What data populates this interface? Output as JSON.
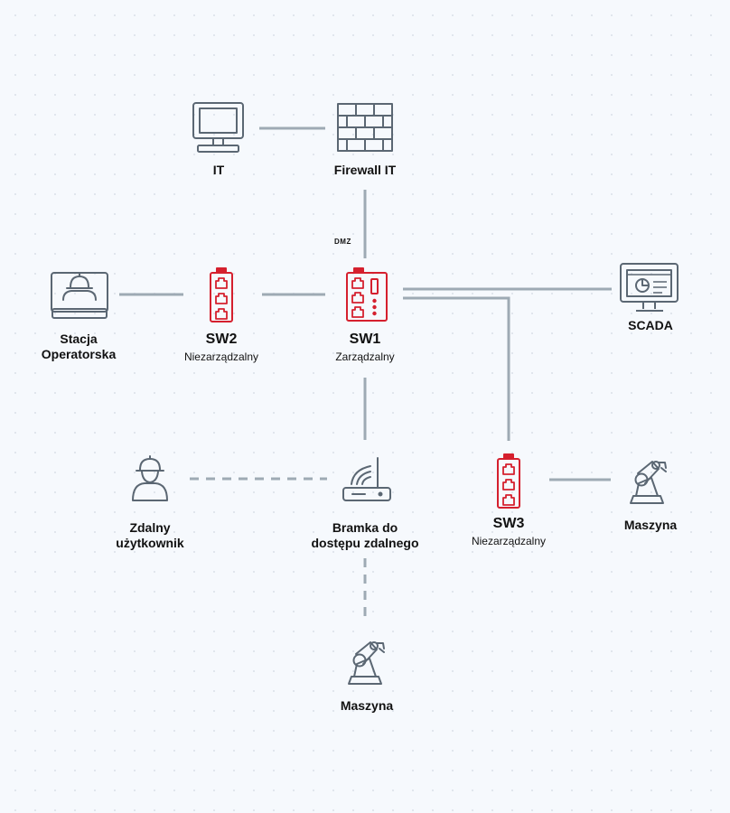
{
  "colors": {
    "line": "#9eaab4",
    "icon": "#5b6773",
    "switch": "#d5202e",
    "background": "#f6f9fd"
  },
  "nodes": {
    "it": {
      "name": "IT",
      "icon": "computer-monitor-icon"
    },
    "firewall": {
      "name": "Firewall IT",
      "icon": "brick-wall-icon"
    },
    "dmz": {
      "label": "DMZ"
    },
    "operator": {
      "name_line1": "Stacja",
      "name_line2": "Operatorska",
      "icon": "operator-workstation-icon"
    },
    "sw2": {
      "name": "SW2",
      "sub": "Niezarządzalny",
      "icon": "network-switch-icon"
    },
    "sw1": {
      "name": "SW1",
      "sub": "Zarządzalny",
      "icon": "managed-switch-icon"
    },
    "scada": {
      "name": "SCADA",
      "icon": "scada-monitor-icon"
    },
    "remote_user": {
      "name_line1": "Zdalny",
      "name_line2": "użytkownik",
      "icon": "worker-helmet-icon"
    },
    "gateway": {
      "name_line1": "Bramka do",
      "name_line2": "dostępu zdalnego",
      "icon": "wireless-router-icon"
    },
    "sw3": {
      "name": "SW3",
      "sub": "Niezarządzalny",
      "icon": "network-switch-icon"
    },
    "machine_right": {
      "name": "Maszyna",
      "icon": "robot-arm-icon"
    },
    "machine_bottom": {
      "name": "Maszyna",
      "icon": "robot-arm-icon"
    }
  },
  "connections": [
    {
      "from": "it",
      "to": "firewall",
      "style": "solid"
    },
    {
      "from": "firewall",
      "to": "sw1",
      "style": "solid"
    },
    {
      "from": "sw2",
      "to": "operator",
      "style": "solid"
    },
    {
      "from": "sw1",
      "to": "sw2",
      "style": "solid"
    },
    {
      "from": "sw1",
      "to": "scada",
      "style": "solid"
    },
    {
      "from": "sw1",
      "to": "sw3",
      "style": "solid"
    },
    {
      "from": "sw1",
      "to": "gateway",
      "style": "solid"
    },
    {
      "from": "gateway",
      "to": "remote_user",
      "style": "dashed"
    },
    {
      "from": "gateway",
      "to": "machine_bottom",
      "style": "dashed"
    },
    {
      "from": "sw3",
      "to": "machine_right",
      "style": "solid"
    }
  ]
}
